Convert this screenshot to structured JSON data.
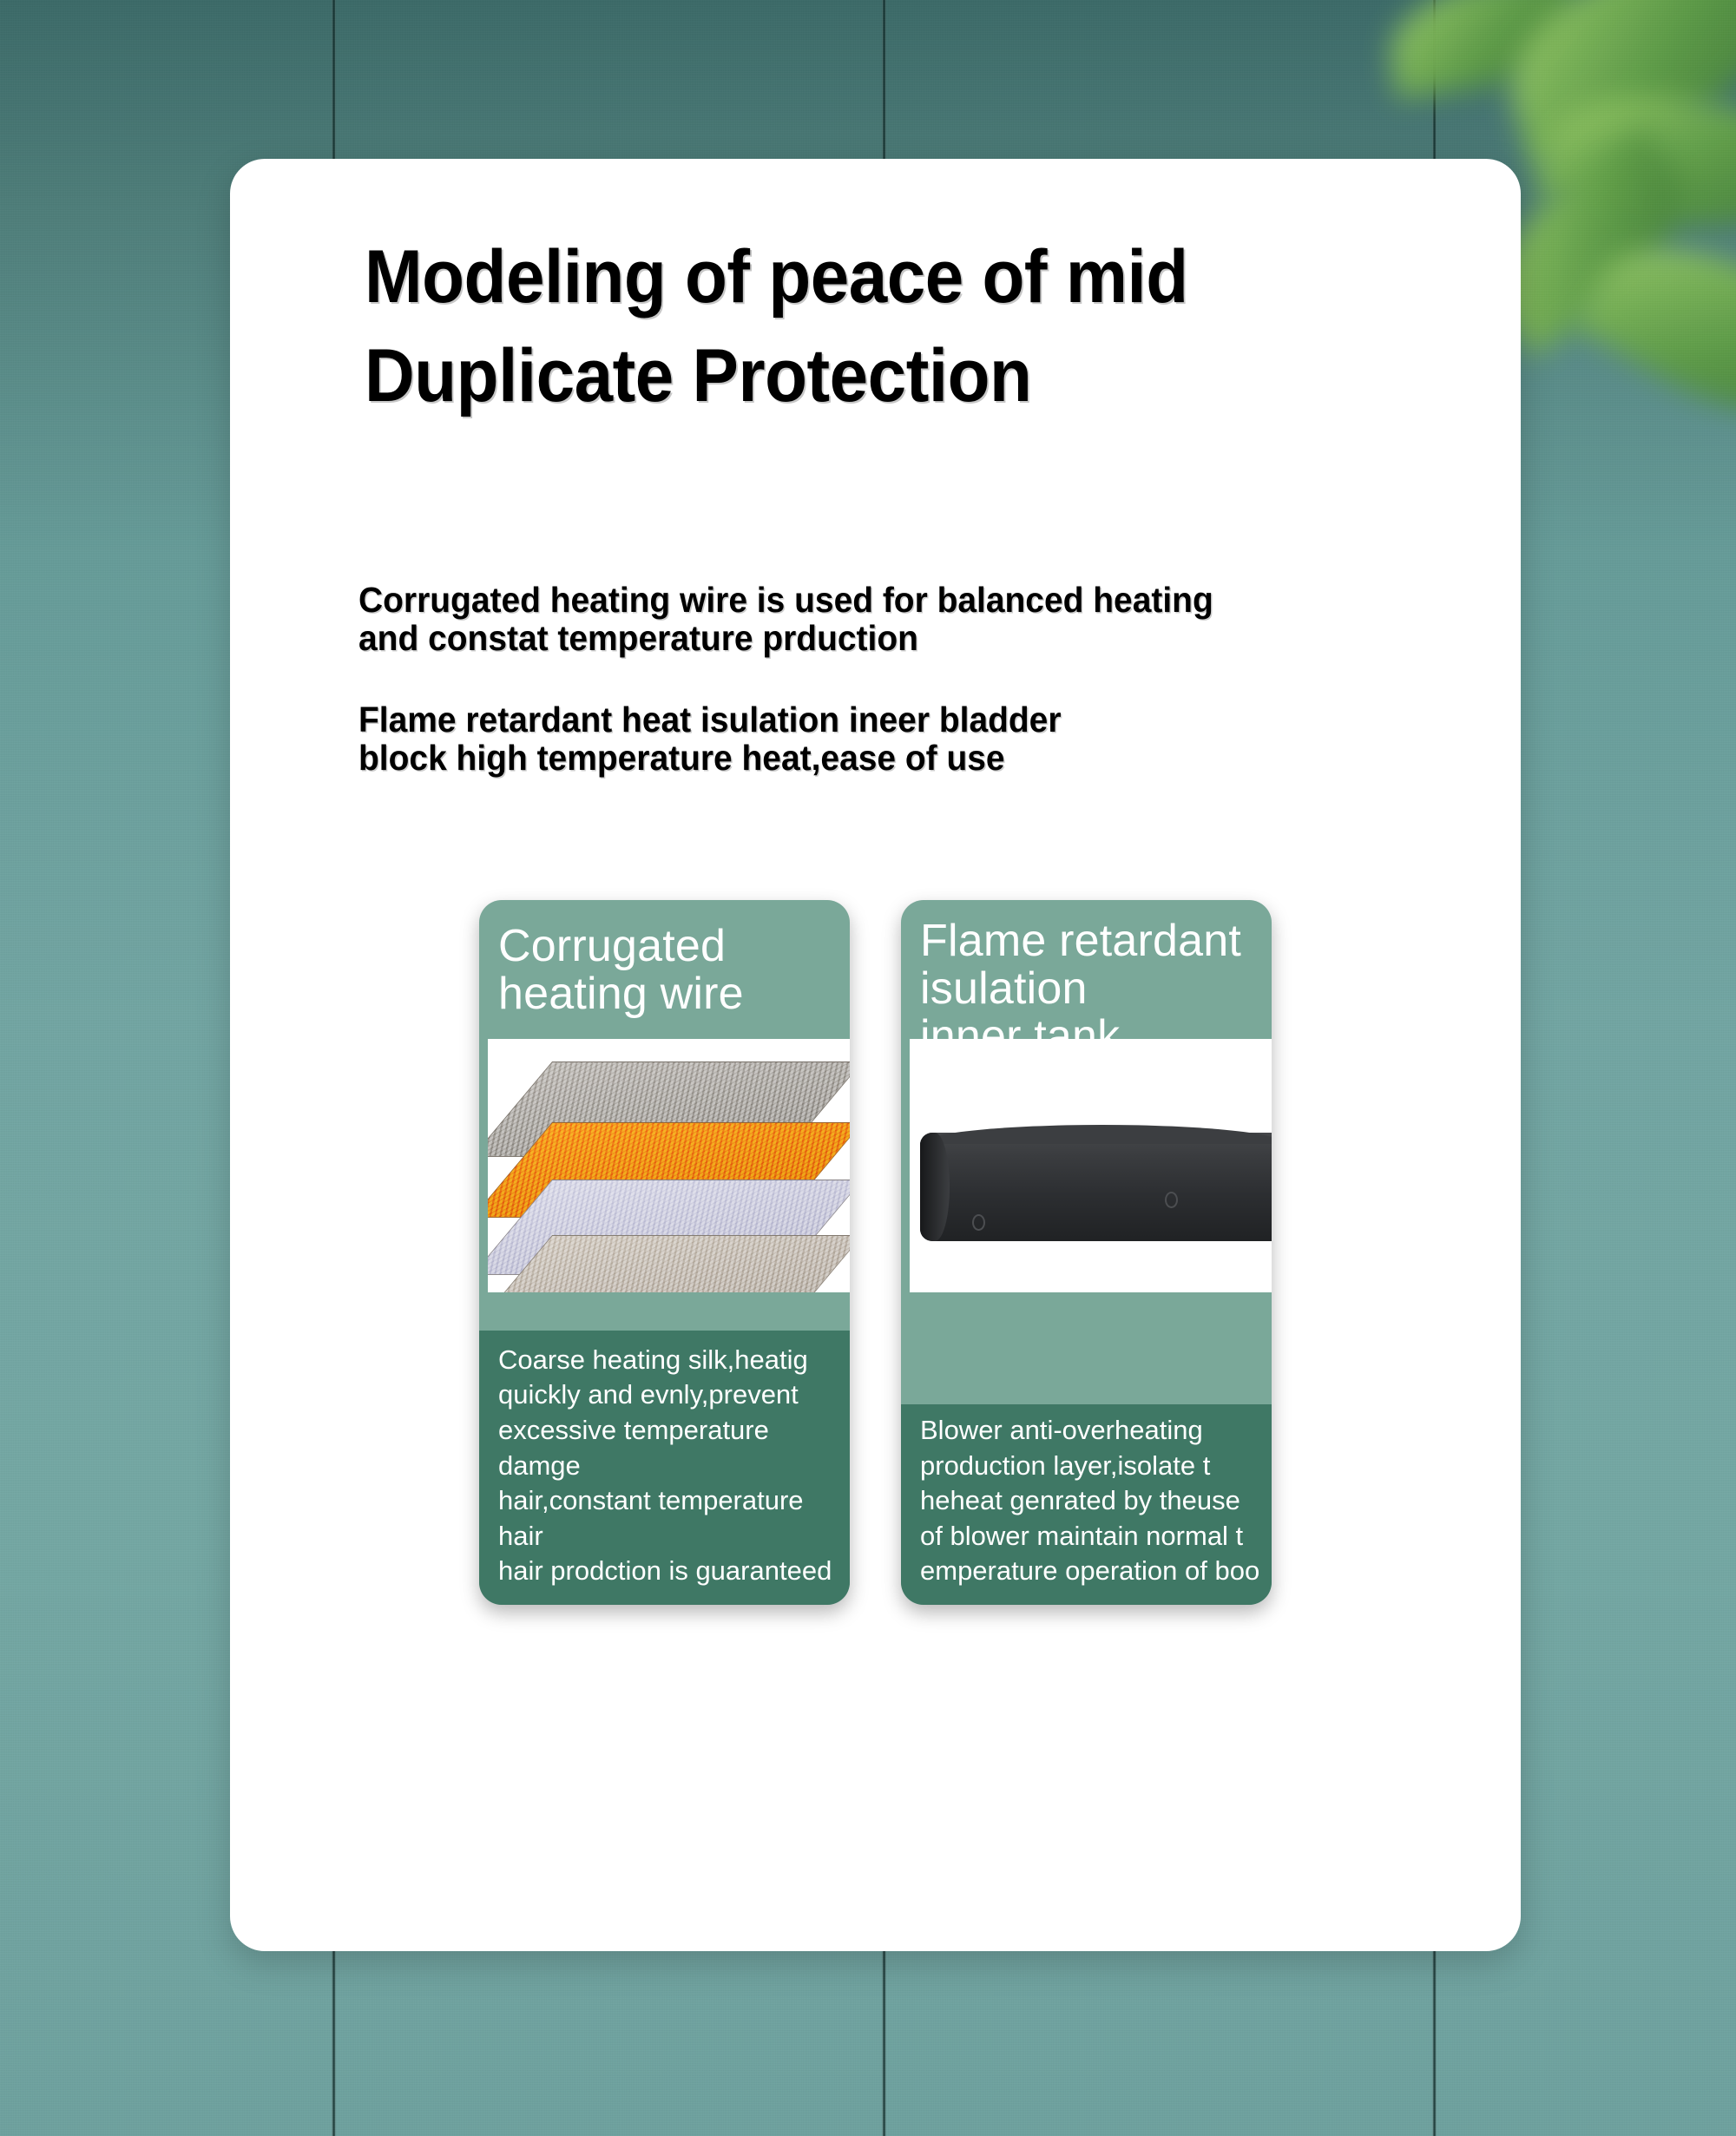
{
  "background": {
    "wall_color": "#6fa3a0",
    "wall_color_top": "#3b6a68",
    "foliage_color": "#5f9e46"
  },
  "sheet": {
    "background_color": "#ffffff",
    "title": "Modeling of peace of mid\nDuplicate Protection",
    "paragraphs": [
      "Corrugated heating wire is used for balanced heating\nand constat temperature prduction",
      "Flame retardant heat isulation ineer bladder\nblock high temperature heat,ease of use"
    ]
  },
  "cards": {
    "header_color": "#7aa899",
    "footer_color": "#3f7865",
    "items": [
      {
        "id": "corrugated-heating-wire",
        "heading": "Corrugated\nheating wire",
        "image_name": "layered-heating-fabric-illustration",
        "caption": "Coarse heating silk,heatig\nquickly and evnly,prevent\nexcessive temperature damge\nhair,constant temperature hair\nhair prodction is guaranteed",
        "layers": [
          {
            "name": "outer-grey-layer",
            "color": "#b9b5b0"
          },
          {
            "name": "orange-heating-layer",
            "color": "#f6921e"
          },
          {
            "name": "lavender-insulation-layer",
            "color": "#d6d6e6"
          },
          {
            "name": "base-fabric-layer",
            "color": "#cfc7bd"
          }
        ]
      },
      {
        "id": "flame-retardant-isulation-inner-tank",
        "heading": "Flame retardant\nisulation\ninner tank",
        "image_name": "black-inner-tank-photo",
        "caption": "Blower anti-overheating\nproduction layer,isolate t\nheheat genrated by theuse\nof blower maintain normal t\nemperature operation of boo",
        "tank_color": "#2c2e31"
      }
    ]
  }
}
